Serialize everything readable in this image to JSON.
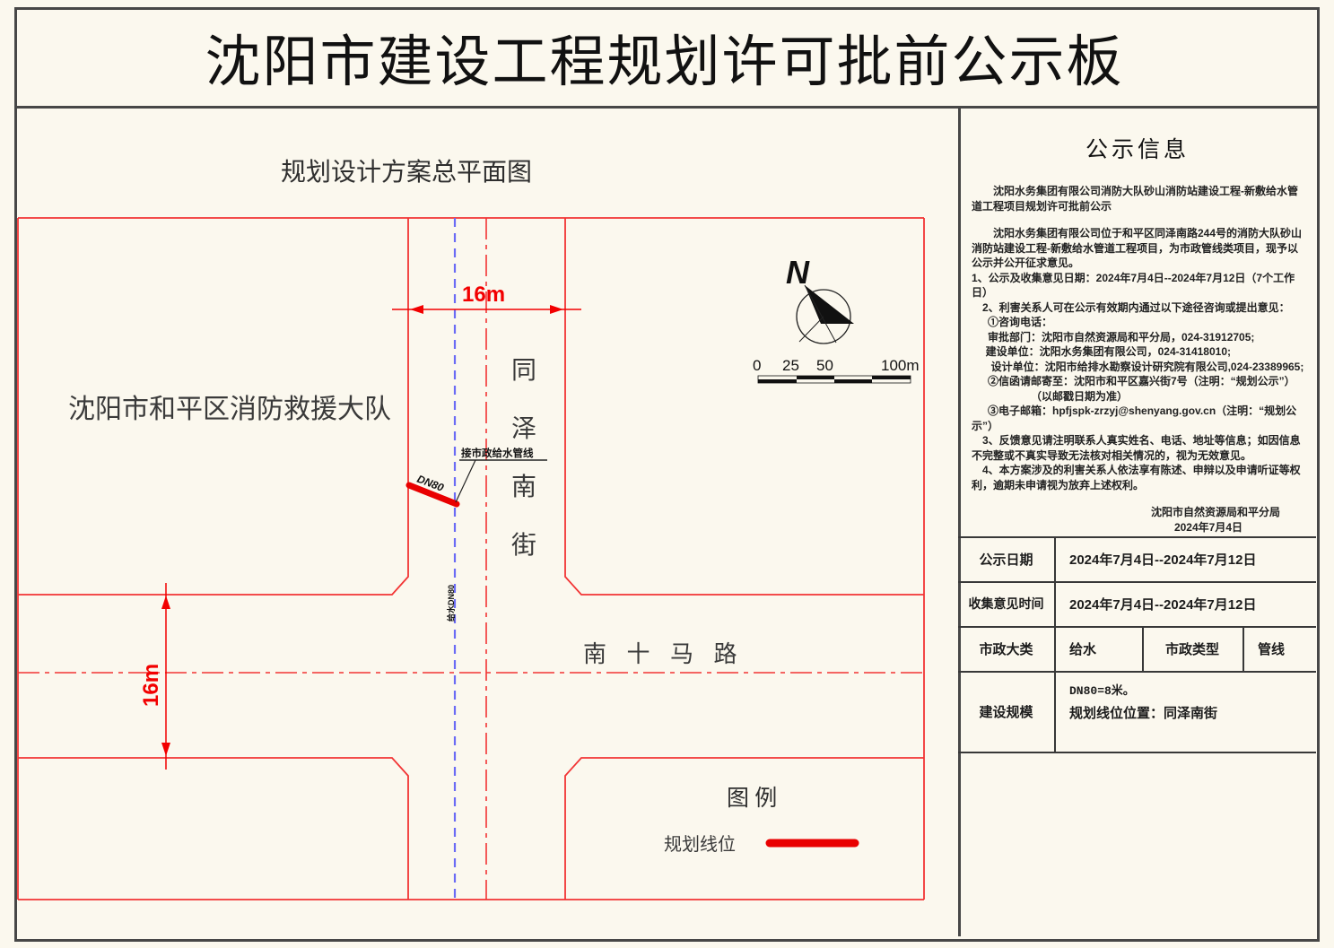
{
  "page": {
    "title": "沈阳市建设工程规划许可批前公示板"
  },
  "map": {
    "title": "规划设计方案总平面图",
    "fire_brigade_label": "沈阳市和平区消防救援大队",
    "street_chars": {
      "c1": "同",
      "c2": "泽",
      "c3": "南",
      "c4": "街"
    },
    "road_label": "南 十 马 路",
    "dim_top": "16m",
    "dim_left": "16m",
    "pipe_label": "DN80",
    "connect_label": "接市政给水管线",
    "small_pipe_note": "给水DN80",
    "north_letter": "N",
    "scale_ticks": {
      "t0": "0",
      "t25": "25",
      "t50": "50",
      "t100": "100m"
    },
    "legend": {
      "title": "图  例",
      "item1": "规划线位"
    },
    "colors": {
      "road_red": "#f23434",
      "pipeline_red": "#e90000",
      "planning_blue": "#6b6bf5"
    }
  },
  "notice": {
    "title": "公示信息",
    "p1": "沈阳水务集团有限公司消防大队砂山消防站建设工程-新敷给水管道工程项目规划许可批前公示",
    "p2": "沈阳水务集团有限公司位于和平区同泽南路244号的消防大队砂山消防站建设工程-新敷给水管道工程项目，为市政管线类项目，现予以公示并公开征求意见。",
    "item1": "1、公示及收集意见日期：2024年7月4日--2024年7月12日（7个工作日）",
    "item2": "2、利害关系人可在公示有效期内通过以下途径咨询或提出意见：",
    "item2_1": "①咨询电话：",
    "item2_1a": "审批部门：沈阳市自然资源局和平分局，024-31912705;",
    "item2_1b": "建设单位：沈阳水务集团有限公司，024-31418010;",
    "item2_1c": "设计单位：沈阳市给排水勘察设计研究院有限公司,024-23389965;",
    "item2_2": "②信函请邮寄至：沈阳市和平区嘉兴街7号（注明：“规划公示”）",
    "item2_2b": "（以邮戳日期为准）",
    "item2_3": "③电子邮箱：hpfjspk-zrzyj@shenyang.gov.cn（注明：“规划公示”）",
    "item3": "3、反馈意见请注明联系人真实姓名、电话、地址等信息；如因信息不完整或不真实导致无法核对相关情况的，视为无效意见。",
    "item4": "4、本方案涉及的利害关系人依法享有陈述、申辩以及申请听证等权利，逾期未申请视为放弃上述权利。",
    "sig_org": "沈阳市自然资源局和平分局",
    "sig_date": "2024年7月4日"
  },
  "table": {
    "r1_label": "公示日期",
    "r1_value": "2024年7月4日--2024年7月12日",
    "r2_label": "收集意见时间",
    "r2_value": "2024年7月4日--2024年7月12日",
    "r3_label": "市政大类",
    "r3_value": "给水",
    "r3_label2": "市政类型",
    "r3_value2": "管线",
    "r4_label": "建设规模",
    "r4_value_line1": "DN80=8米。",
    "r4_value_line2": "规划线位位置：同泽南街"
  }
}
